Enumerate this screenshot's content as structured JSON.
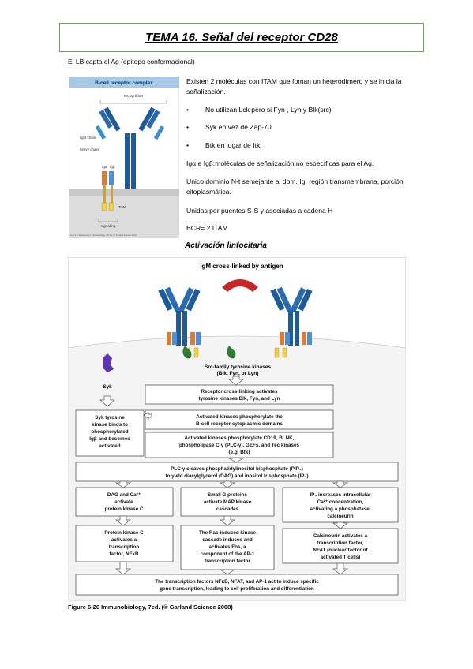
{
  "header": {
    "title": "TEMA 16. Señal del receptor CD28"
  },
  "intro": "El LB capta el Ag (epitopo conformacional)",
  "figure1": {
    "title": "B-cell receptor complex",
    "label_recognition": "recognition",
    "label_light": "light chain",
    "label_heavy": "heavy chain",
    "label_iga": "Igα",
    "label_igb": "Igβ",
    "label_itam": "ITAM",
    "label_signaling": "signaling",
    "footnote": "Figure 6-10 Janeway's Immunobiology, 9th ed. (© Garland Science 2017)"
  },
  "text": {
    "p1": "Existen 2 moléculas con ITAM que foman un heterodímero y se inicia la señalización.",
    "b1": "No utilizan Lck pero si Fyn , Lyn y Blk(src)",
    "b2": "Syk en vez de Zap-70",
    "b3": "Btk en lugar de Itk",
    "p2": "Igα e Igβ:moléculas de señalización no específicas para el Ag.",
    "p3": "Unico dominio N-t semejante al dom. Ig, región transmembrana, porción citoplasmática.",
    "p4": "Unidas por puentes S-S y asociadas a cadena H",
    "p5": "BCR= 2 ITAM"
  },
  "subtitle": "Activación linfocitaria",
  "figure2": {
    "top_label": "IgM cross-linked by antigen",
    "src_label_1": "Src-family tyrosine kinases",
    "src_label_2": "(Blk, Fyn, or Lyn)",
    "syk_label": "Syk",
    "box_crosslink_1": "Receptor cross-linking activates",
    "box_crosslink_2": "tyrosine kinases Blk, Fyn, and Lyn",
    "box_syk_1": "Syk tyrosine",
    "box_syk_2": "kinase binds to",
    "box_syk_3": "phosphorylated",
    "box_syk_4": "Igβ and becomes",
    "box_syk_5": "activated",
    "box_act1_1": "Activated kinases phosphorylate the",
    "box_act1_2": "B-cell receptor cytoplasmic domains",
    "box_act2_1": "Activated kinases phosphorylate CD19, BLNK,",
    "box_act2_2": "phospholipase C-γ (PLC-γ), GEFs, and Tec kinases",
    "box_act2_3": "(e.g. Btk)",
    "box_plc_1": "PLC-γ cleaves phosphatidylinositol bisphosphate (PIP₂)",
    "box_plc_2": "to yield diacylglycerol (DAG) and inositol trisphosphate (IP₃)",
    "box_dag_1": "DAG and Ca²⁺",
    "box_dag_2": "activate",
    "box_dag_3": "protein kinase C",
    "box_gprot_1": "Small G proteins",
    "box_gprot_2": "activate MAP kinase",
    "box_gprot_3": "cascades",
    "box_ip3_1": "IP₃ increases intracellular",
    "box_ip3_2": "Ca²⁺ concentration,",
    "box_ip3_3": "activating a phosphatase,",
    "box_ip3_4": "calcineurin",
    "box_pkc_1": "Protein kinase C",
    "box_pkc_2": "activates a",
    "box_pkc_3": "transcription",
    "box_pkc_4": "factor, NFκB",
    "box_ras_1": "The Ras-induced kinase",
    "box_ras_2": "cascade induces and",
    "box_ras_3": "activates Fos, a",
    "box_ras_4": "component of the AP-1",
    "box_ras_5": "transcription factor",
    "box_calc_1": "Calcineurin activates a",
    "box_calc_2": "transcription factor,",
    "box_calc_3": "NFAT (nuclear factor of",
    "box_calc_4": "activated T cells)",
    "box_final_1": "The transcription factors NFκB, NFAT, and AP-1 act to induce specific",
    "box_final_2": "gene transcription, leading to cell proliferation and differentiation",
    "caption": "Figure 6-26 Immunobiology, 7ed. (© Garland Science 2008)"
  }
}
